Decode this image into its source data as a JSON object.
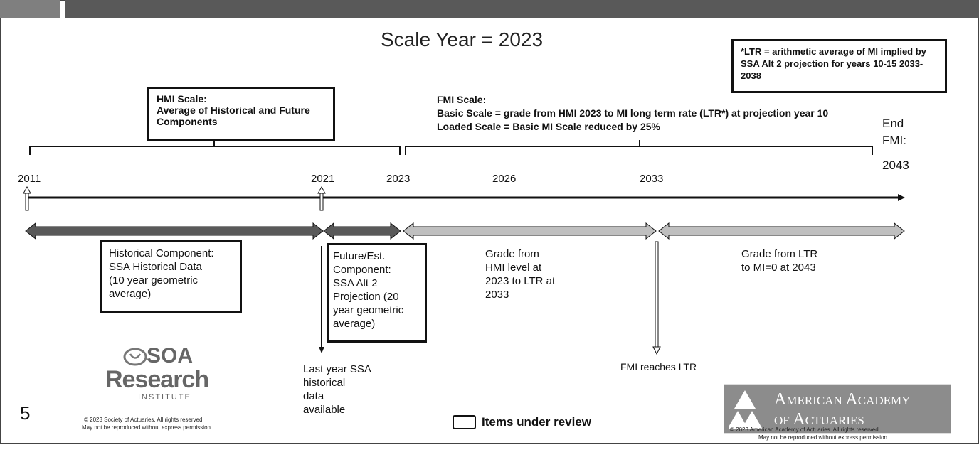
{
  "slide_number": "5",
  "title": "Scale Year = 2023",
  "ltr_note": "*LTR = arithmetic average of MI implied by SSA Alt 2 projection for years 10-15 2033-2038",
  "hmi": {
    "heading": "HMI Scale:",
    "line2": "Average of Historical and Future",
    "line3": "Components"
  },
  "fmi": {
    "heading": "FMI Scale:",
    "line2": "Basic Scale = grade from HMI 2023 to MI long term rate (LTR*) at projection year 10",
    "line3": "Loaded Scale = Basic MI Scale reduced by 25%"
  },
  "end_fmi": {
    "line1": "End",
    "line2": "FMI:",
    "line3": "2043"
  },
  "years": {
    "y2011": "2011",
    "y2021": "2021",
    "y2023": "2023",
    "y2026": "2026",
    "y2033": "2033"
  },
  "historical_box": {
    "l1": "Historical Component:",
    "l2": "SSA Historical Data",
    "l3": "(10 year geometric",
    "l4": "average)"
  },
  "future_box": {
    "l1": "Future/Est.",
    "l2": "Component:",
    "l3": "SSA Alt 2",
    "l4": "Projection (20",
    "l5": "year geometric",
    "l6": "average)"
  },
  "grade_hmi": {
    "l1": "Grade from",
    "l2": "HMI level at",
    "l3": "2023 to LTR at",
    "l4": "2033"
  },
  "grade_ltr": {
    "l1": "Grade from LTR",
    "l2": "to MI=0 at 2043"
  },
  "last_year": {
    "l1": "Last year SSA",
    "l2": "historical",
    "l3": "data",
    "l4": "available"
  },
  "fmi_reaches": "FMI reaches LTR",
  "legend_label": "Items under review",
  "soa": {
    "line1": "SOA",
    "line2": "Research",
    "line3": "INSTITUTE",
    "copy1": "© 2023 Society of Actuaries. All rights reserved.",
    "copy2": "May not be reproduced without express permission."
  },
  "aaa": {
    "line1": "American Academy",
    "line2": "of Actuaries",
    "copy1": "© 2023 American Academy of Actuaries. All rights reserved.",
    "copy2": "May not be reproduced without express permission."
  },
  "colors": {
    "dark_arrow": "#595959",
    "light_arrow": "#bfbfbf",
    "topbar_dark": "#595959",
    "topbar_light": "#7f7f7f",
    "aaa_bg": "#8c8c8c"
  }
}
